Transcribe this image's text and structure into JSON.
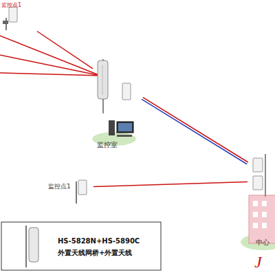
{
  "diagram": {
    "nodes": [
      {
        "text": [
          "监控点1"
        ]
      },
      {
        "text": [
          "监控室"
        ]
      },
      {
        "text": [
          "监控点1"
        ]
      },
      {
        "text": [
          "中心"
        ]
      }
    ],
    "edges": [
      {
        "from": 0,
        "to": 1,
        "arrow": "none"
      },
      {
        "from": 1,
        "to": 3,
        "arrow": "none"
      },
      {
        "from": 2,
        "to": 3,
        "arrow": "none"
      }
    ],
    "labels": [
      "J"
    ],
    "legend": [
      {
        "text": "HS-5828N+HS-5890C"
      },
      {
        "text": "外置天线网桥+外置天线"
      }
    ]
  }
}
